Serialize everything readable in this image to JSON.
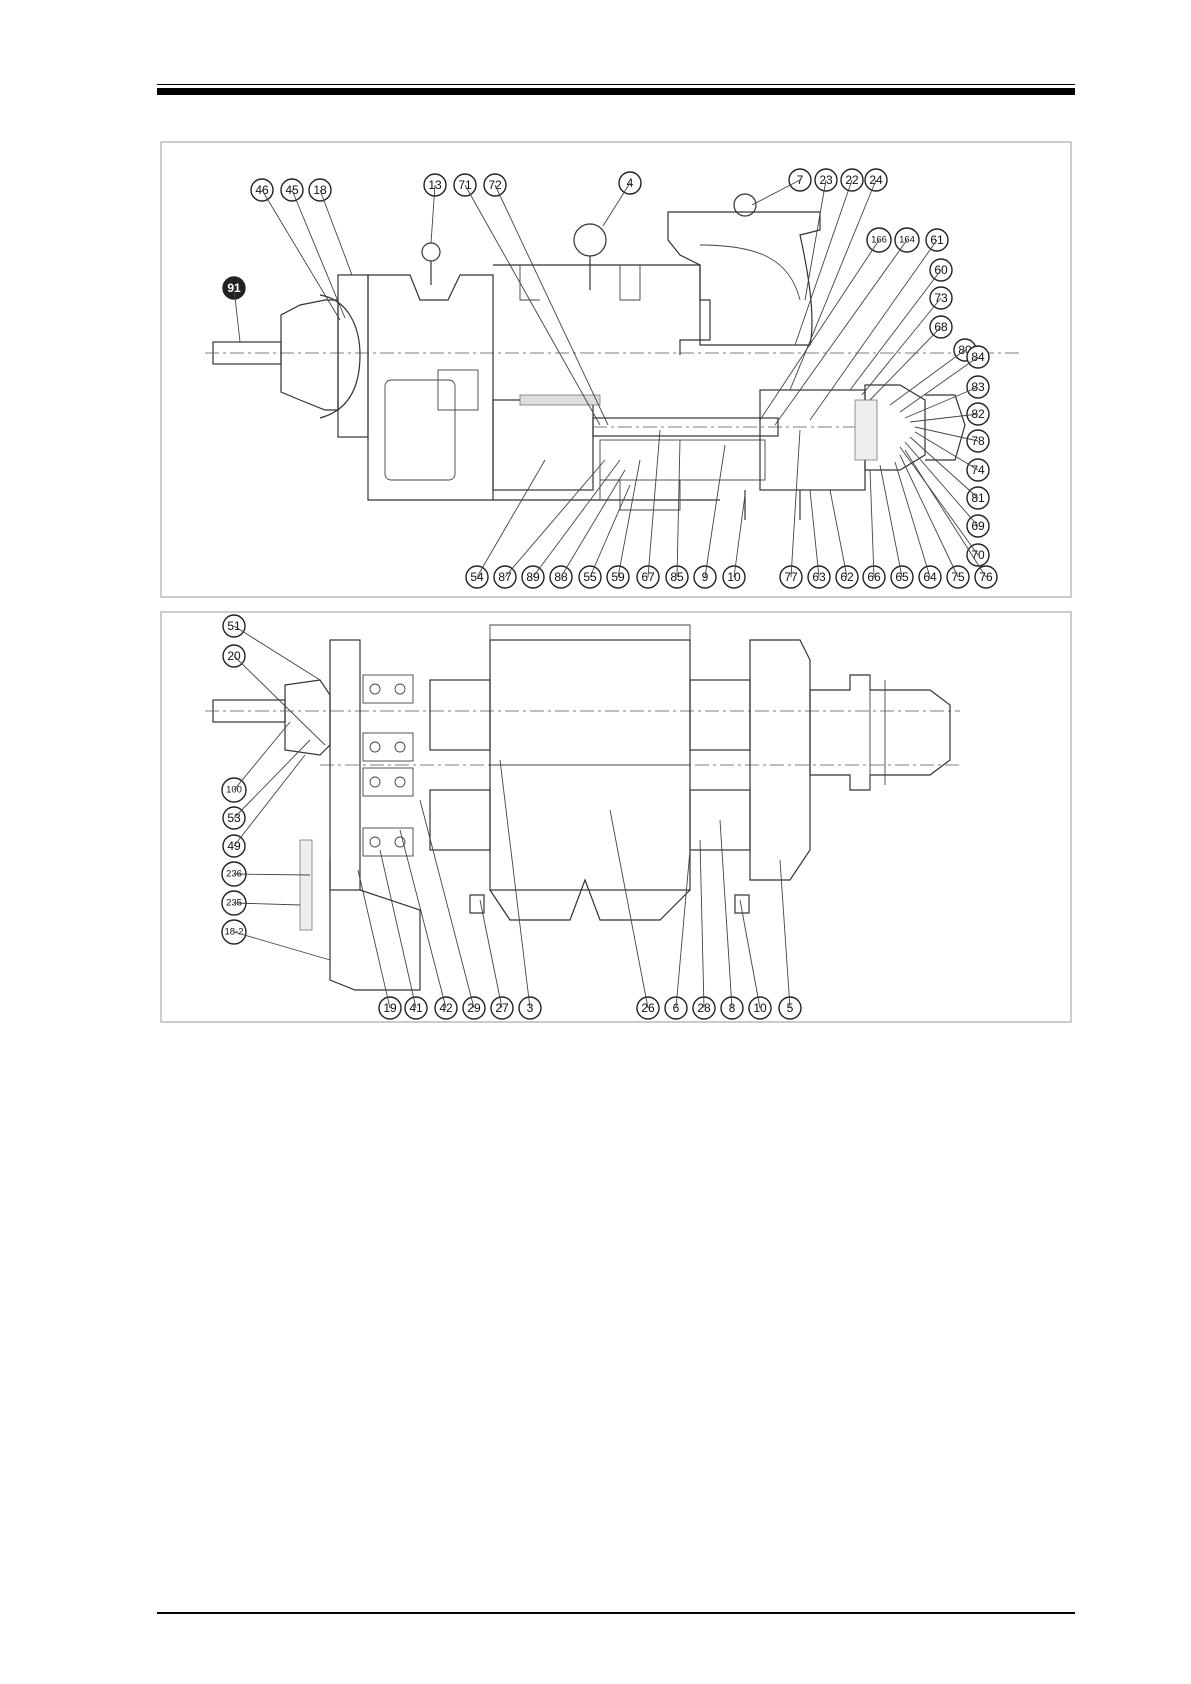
{
  "figures": [
    {
      "id": "top-section",
      "callouts": [
        {
          "label": "46"
        },
        {
          "label": "45"
        },
        {
          "label": "18"
        },
        {
          "label": "13"
        },
        {
          "label": "71"
        },
        {
          "label": "72"
        },
        {
          "label": "4"
        },
        {
          "label": "7"
        },
        {
          "label": "23"
        },
        {
          "label": "22"
        },
        {
          "label": "24"
        },
        {
          "label": "166"
        },
        {
          "label": "164"
        },
        {
          "label": "61"
        },
        {
          "label": "60"
        },
        {
          "label": "73"
        },
        {
          "label": "68"
        },
        {
          "label": "80"
        },
        {
          "label": "84"
        },
        {
          "label": "83"
        },
        {
          "label": "82"
        },
        {
          "label": "78"
        },
        {
          "label": "74"
        },
        {
          "label": "81"
        },
        {
          "label": "69"
        },
        {
          "label": "70"
        },
        {
          "label": "91"
        },
        {
          "label": "54"
        },
        {
          "label": "87"
        },
        {
          "label": "89"
        },
        {
          "label": "88"
        },
        {
          "label": "55"
        },
        {
          "label": "59"
        },
        {
          "label": "67"
        },
        {
          "label": "85"
        },
        {
          "label": "9"
        },
        {
          "label": "10"
        },
        {
          "label": "77"
        },
        {
          "label": "63"
        },
        {
          "label": "62"
        },
        {
          "label": "66"
        },
        {
          "label": "65"
        },
        {
          "label": "64"
        },
        {
          "label": "75"
        },
        {
          "label": "76"
        }
      ]
    },
    {
      "id": "bottom-section",
      "callouts": [
        {
          "label": "51"
        },
        {
          "label": "20"
        },
        {
          "label": "100"
        },
        {
          "label": "53"
        },
        {
          "label": "49"
        },
        {
          "label": "236"
        },
        {
          "label": "235"
        },
        {
          "label": "18-2"
        },
        {
          "label": "19"
        },
        {
          "label": "41"
        },
        {
          "label": "42"
        },
        {
          "label": "29"
        },
        {
          "label": "27"
        },
        {
          "label": "3"
        },
        {
          "label": "26"
        },
        {
          "label": "6"
        },
        {
          "label": "28"
        },
        {
          "label": "8"
        },
        {
          "label": "10"
        },
        {
          "label": "5"
        }
      ]
    }
  ]
}
